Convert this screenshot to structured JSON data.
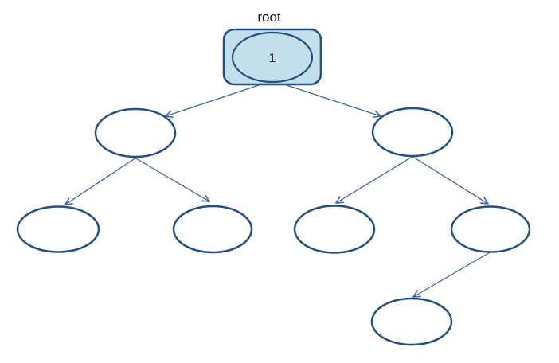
{
  "diagram": {
    "type": "binary-tree",
    "root_label": "root",
    "colors": {
      "node_stroke": "#24507f",
      "connector": "#3e63a0",
      "root_fill": "#c3dfeb",
      "background": "#ffffff",
      "text": "#1a1a1a"
    },
    "nodes": [
      {
        "id": "root",
        "label": "1",
        "shape": "rounded-rect-with-ellipse",
        "highlighted": true
      },
      {
        "id": "left-child",
        "label": "",
        "shape": "ellipse"
      },
      {
        "id": "right-child",
        "label": "",
        "shape": "ellipse"
      },
      {
        "id": "left-left",
        "label": "",
        "shape": "ellipse"
      },
      {
        "id": "left-right",
        "label": "",
        "shape": "ellipse"
      },
      {
        "id": "right-left",
        "label": "",
        "shape": "ellipse"
      },
      {
        "id": "right-right",
        "label": "",
        "shape": "ellipse"
      },
      {
        "id": "right-right-left",
        "label": "",
        "shape": "ellipse"
      }
    ],
    "edges": [
      {
        "from": "root",
        "to": "left-child"
      },
      {
        "from": "root",
        "to": "right-child"
      },
      {
        "from": "left-child",
        "to": "left-left"
      },
      {
        "from": "left-child",
        "to": "left-right"
      },
      {
        "from": "right-child",
        "to": "right-left"
      },
      {
        "from": "right-child",
        "to": "right-right"
      },
      {
        "from": "right-right",
        "to": "right-right-left"
      }
    ]
  }
}
